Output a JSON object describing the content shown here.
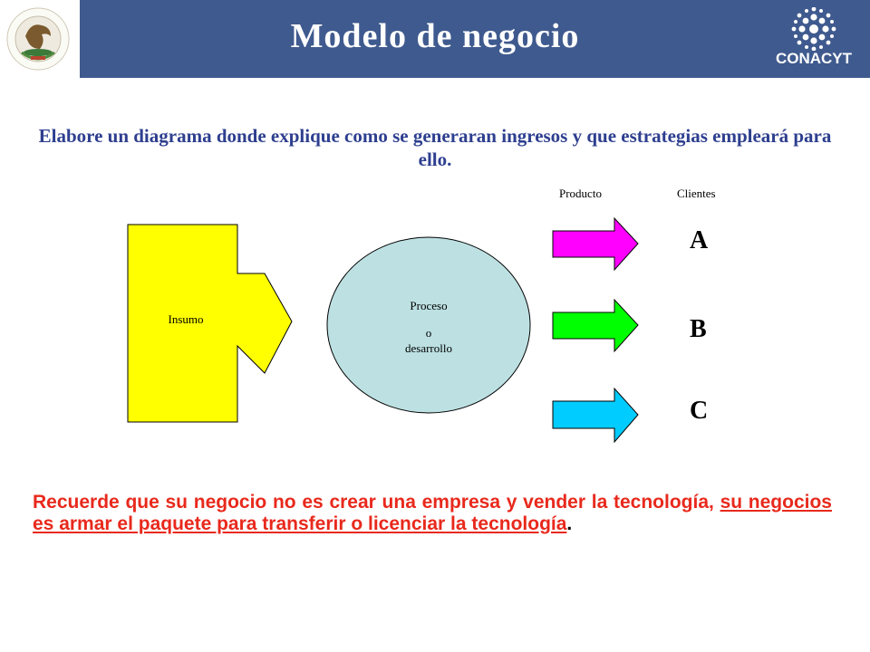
{
  "header": {
    "title": "Modelo de negocio",
    "bar_color": "#3f5a8e",
    "logo_left": "mexico-coat-of-arms",
    "logo_right": "conacyt-logo",
    "logo_right_text": "CONACYT"
  },
  "subtitle": "Elabore un diagrama donde explique como se generaran ingresos y que estrategias empleará para ello.",
  "diagram": {
    "column_labels": {
      "producto": "Producto",
      "clientes": "Clientes"
    },
    "input": {
      "label": "Insumo",
      "color": "#ffff00"
    },
    "process": {
      "line1": "Proceso",
      "line2": "o",
      "line3": "desarrollo",
      "color": "#bde1e3"
    },
    "products": [
      {
        "color": "#ff00ff",
        "client": "A"
      },
      {
        "color": "#00ff00",
        "client": "B"
      },
      {
        "color": "#00ccff",
        "client": "C"
      }
    ]
  },
  "note": {
    "part1": "Recuerde que su negocio no es crear una empresa y vender la tecnología, ",
    "part2": "su negocios es armar el paquete para transferir o licenciar la tecnología",
    "part3": "."
  }
}
